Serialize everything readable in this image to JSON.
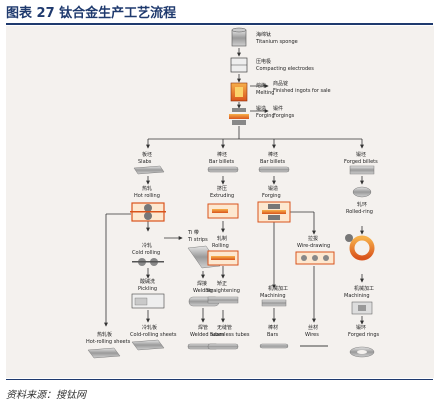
{
  "title": "图表 27 钛合金生产工艺流程",
  "source": "资料来源：搜钛网",
  "steps": {
    "sponge": {
      "zh": "海绵钛",
      "en": "Titanium sponge"
    },
    "compacting": {
      "zh": "压电极",
      "en": "Compacting electrodes"
    },
    "melting": {
      "zh": "熔炼",
      "en": "Melting"
    },
    "ingots": {
      "zh": "商品锭",
      "en": "Finished ingots for sale"
    },
    "forging": {
      "zh": "锻造",
      "en": "Forging"
    },
    "forgings": {
      "zh": "锻件",
      "en": "Forgings"
    },
    "slabs": {
      "zh": "板坯",
      "en": "Slabs"
    },
    "bar_billets1": {
      "zh": "棒坯",
      "en": "Bar billets"
    },
    "bar_billets2": {
      "zh": "棒坯",
      "en": "Bar billets"
    },
    "forged_billets": {
      "zh": "锻坯",
      "en": "Forged billets"
    },
    "hot_rolling": {
      "zh": "热轧",
      "en": "Hot rolling"
    },
    "extruding": {
      "zh": "挤压",
      "en": "Extruding"
    },
    "forging2": {
      "zh": "锻造",
      "en": "Forging"
    },
    "rolled_ring": {
      "zh": "轧环",
      "en": "Rolled-ring"
    },
    "cold_rolling": {
      "zh": "冷轧",
      "en": "Cold rolling"
    },
    "ti_strips": {
      "zh": "Ti 带",
      "en": "Ti strips"
    },
    "rolling": {
      "zh": "轧制",
      "en": "Rolling"
    },
    "wire_drawing": {
      "zh": "拉拔",
      "en": "Wire-drawing"
    },
    "machining1": {
      "zh": "机械加工",
      "en": "Machining"
    },
    "machining2": {
      "zh": "机械加工",
      "en": "Machining"
    },
    "pickling": {
      "zh": "酸碱洗",
      "en": "Pickling"
    },
    "welding": {
      "zh": "焊接",
      "en": "Welding"
    },
    "straightening": {
      "zh": "矫正",
      "en": "Straightening"
    },
    "hot_sheets": {
      "zh": "热轧板",
      "en": "Hot-rolling sheets"
    },
    "cold_sheets": {
      "zh": "冷轧板",
      "en": "Cold-rolling sheets"
    },
    "welded_tubes": {
      "zh": "焊管",
      "en": "Welded tubes"
    },
    "seamless": {
      "zh": "无缝管",
      "en": "Seamless tubes"
    },
    "bars": {
      "zh": "棒材",
      "en": "Bars"
    },
    "wires": {
      "zh": "丝材",
      "en": "Wires"
    },
    "forged_rings": {
      "zh": "锻环",
      "en": "Forged rings"
    }
  },
  "colors": {
    "title": "#1f3a6e",
    "accent": "#e8731a",
    "hot": "#d9541c"
  }
}
